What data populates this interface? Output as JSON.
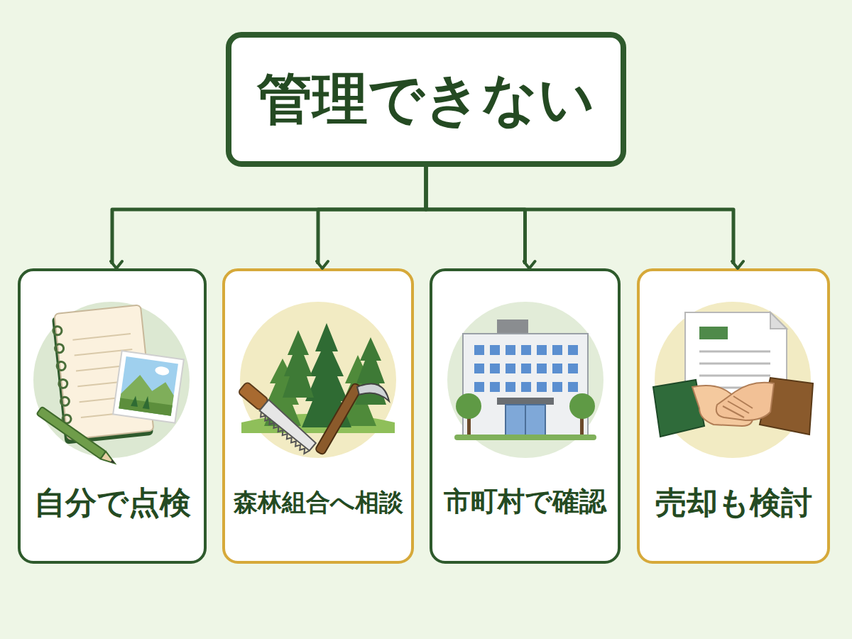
{
  "diagram": {
    "nodes": [
      {
        "text": [
          "管理できない"
        ]
      },
      {
        "text": [
          "自分で点検"
        ]
      },
      {
        "text": [
          "森林組合へ相談"
        ]
      },
      {
        "text": [
          "市町村で確認"
        ]
      },
      {
        "text": [
          "売却も検討"
        ]
      }
    ],
    "edges": [
      {
        "from": 0,
        "to": 1,
        "arrow": "to"
      },
      {
        "from": 0,
        "to": 2,
        "arrow": "to"
      },
      {
        "from": 0,
        "to": 3,
        "arrow": "to"
      },
      {
        "from": 0,
        "to": 4,
        "arrow": "to"
      }
    ]
  }
}
